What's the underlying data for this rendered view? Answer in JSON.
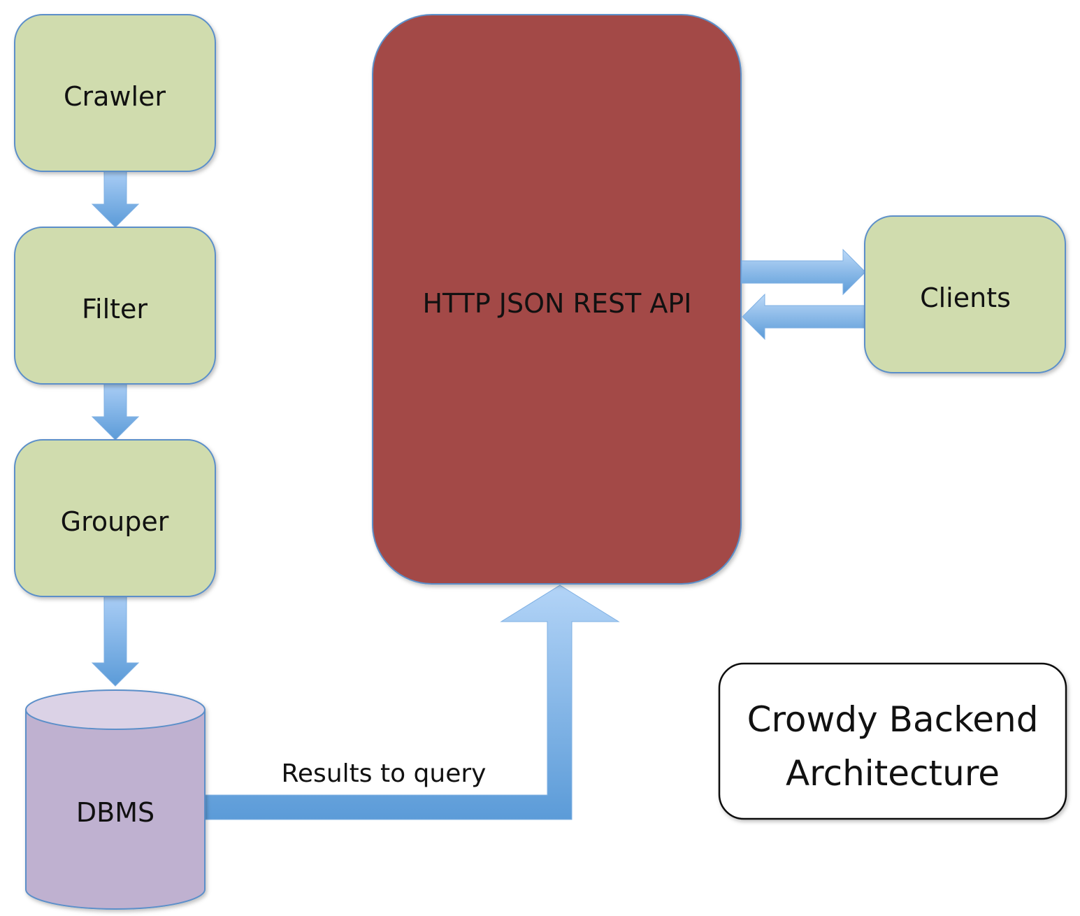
{
  "nodes": {
    "crawler": "Crawler",
    "filter": "Filter",
    "grouper": "Grouper",
    "dbms": "DBMS",
    "api": "HTTP JSON REST API",
    "clients": "Clients"
  },
  "edges": {
    "dbms_to_api_label": "Results to query"
  },
  "title": {
    "line1": "Crowdy Backend",
    "line2": "Architecture"
  },
  "colors": {
    "process_fill": "#d0dcae",
    "process_stroke": "#5b8fc9",
    "api_fill": "#a34a46",
    "db_fill": "#bfb1d0",
    "db_top": "#dbd2e6",
    "arrow_light": "#a9cdf5",
    "arrow_dark": "#5b9bd8"
  }
}
